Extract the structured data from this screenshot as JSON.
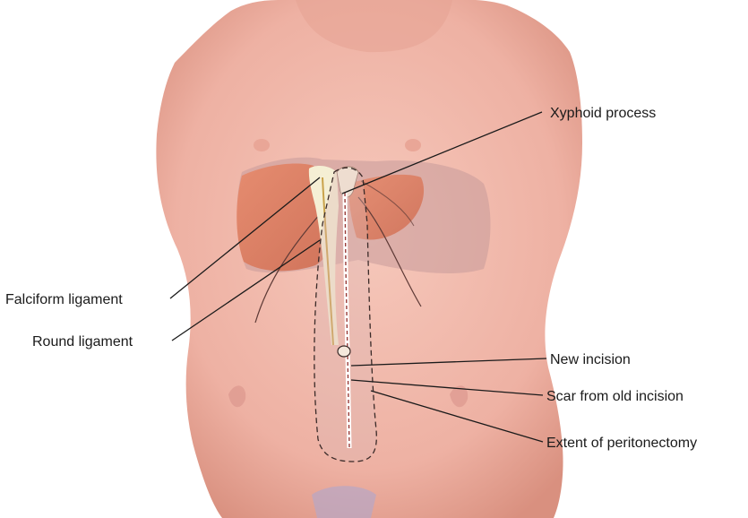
{
  "figure": {
    "labels": {
      "xyphoid": "Xyphoid process",
      "falciform": "Falciform ligament",
      "round": "Round ligament",
      "new_incision": "New incision",
      "scar": "Scar from old incision",
      "peritonectomy": "Extent of peritonectomy"
    },
    "colors": {
      "skin": "#efb5a8",
      "skin_shadow": "#d98d80",
      "liver": "#d9775a",
      "peritoneum": "#cfa9a7",
      "ligament": "#f3e6b3",
      "leader": "#1a1a1a"
    }
  }
}
